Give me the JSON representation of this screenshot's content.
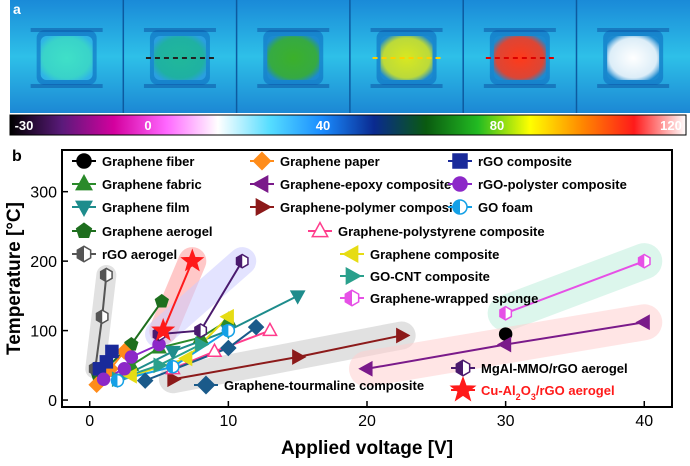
{
  "panel_a": {
    "label": "a",
    "colorbar_ticks": [
      "-30",
      "0",
      "40",
      "80",
      "120"
    ],
    "colorbar_stops": [
      "#000000",
      "#5a1a7a",
      "#d4009e",
      "#ff66ff",
      "#ffffff",
      "#55ddff",
      "#1a8cff",
      "#0a2a90",
      "#0a5a10",
      "#22bb22",
      "#ffff00",
      "#ff8800",
      "#ff1a1a",
      "#ffffff"
    ],
    "frames": [
      {
        "center": "#3fe0c8",
        "edge": "#2fb4e6",
        "line": "none"
      },
      {
        "center": "#20b89a",
        "edge": "#2a9fe0",
        "line": "#222222"
      },
      {
        "center": "#3bb02a",
        "edge": "#1c8ad0",
        "line": "none"
      },
      {
        "center": "#d8e820",
        "edge": "#1c8ad0",
        "line": "#ffd000"
      },
      {
        "center": "#ff3a1a",
        "edge": "#1c8ad0",
        "line": "#dd0000"
      },
      {
        "center": "#ffffff",
        "edge": "#1c8ad0",
        "line": "none"
      }
    ]
  },
  "chart_data": {
    "type": "scatter",
    "panel_label": "b",
    "title": "",
    "xlabel": "Applied voltage [V]",
    "ylabel": "Temperature [°C]",
    "xlim": [
      -2,
      42
    ],
    "ylim": [
      -10,
      360
    ],
    "xticks": [
      0,
      10,
      20,
      30,
      40
    ],
    "yticks": [
      0,
      100,
      200,
      300
    ],
    "grid": false,
    "legend_placement": "top, inside plot",
    "series": [
      {
        "name": "Graphene fiber",
        "color": "#000000",
        "marker": "circle",
        "points": [
          [
            30,
            95
          ]
        ]
      },
      {
        "name": "Graphene fabric",
        "color": "#2a8a2a",
        "marker": "triangle-up",
        "points": [
          [
            3,
            50
          ],
          [
            5,
            75
          ],
          [
            8,
            90
          ],
          [
            10,
            115
          ]
        ]
      },
      {
        "name": "Graphene film",
        "color": "#1e8c8c",
        "marker": "triangle-down",
        "points": [
          [
            2,
            30
          ],
          [
            6,
            70
          ],
          [
            10,
            100
          ],
          [
            15,
            150
          ]
        ]
      },
      {
        "name": "Graphene aerogel",
        "color": "#1e6e1e",
        "marker": "pentagon",
        "points": [
          [
            0.6,
            35
          ],
          [
            3,
            80
          ],
          [
            5.2,
            142
          ]
        ]
      },
      {
        "name": "rGO aerogel",
        "color": "#555555",
        "marker": "hexagon",
        "points": [
          [
            0.4,
            45
          ],
          [
            0.9,
            120
          ],
          [
            1.2,
            180
          ]
        ]
      },
      {
        "name": "Graphene paper",
        "color": "#ff8c1a",
        "marker": "diamond",
        "points": [
          [
            0.5,
            22
          ],
          [
            1.5,
            45
          ],
          [
            2.5,
            70
          ]
        ]
      },
      {
        "name": "Graphene-epoxy composite",
        "color": "#7a1a8a",
        "marker": "triangle-left",
        "points": [
          [
            20,
            45
          ],
          [
            30,
            80
          ],
          [
            40,
            112
          ]
        ]
      },
      {
        "name": "Graphene-polymer composite",
        "color": "#8c1a1a",
        "marker": "triangle-right",
        "points": [
          [
            6,
            30
          ],
          [
            15,
            62
          ],
          [
            22.5,
            93
          ]
        ]
      },
      {
        "name": "Graphene-polystyrene composite",
        "color": "#ff3c8c",
        "marker": "triangle-up-open",
        "points": [
          [
            6,
            45
          ],
          [
            9,
            70
          ],
          [
            13,
            100
          ]
        ]
      },
      {
        "name": "Graphene composite",
        "color": "#e6dc14",
        "marker": "triangle-left",
        "points": [
          [
            3,
            35
          ],
          [
            7,
            60
          ],
          [
            10,
            120
          ]
        ]
      },
      {
        "name": "GO-CNT composite",
        "color": "#2aa08c",
        "marker": "triangle-right",
        "points": [
          [
            2,
            30
          ],
          [
            5,
            50
          ],
          [
            8,
            80
          ]
        ]
      },
      {
        "name": "Graphene-wrapped sponge",
        "color": "#e650e6",
        "marker": "hexagon",
        "points": [
          [
            30,
            125
          ],
          [
            40,
            200
          ]
        ]
      },
      {
        "name": "rGO composite",
        "color": "#1a2a9a",
        "marker": "square",
        "points": [
          [
            0.7,
            45
          ],
          [
            1.2,
            55
          ],
          [
            1.6,
            70
          ]
        ]
      },
      {
        "name": "rGO-polyster composite",
        "color": "#8c28c8",
        "marker": "circle",
        "points": [
          [
            1,
            30
          ],
          [
            2.5,
            45
          ],
          [
            3,
            62
          ],
          [
            5,
            80
          ]
        ]
      },
      {
        "name": "GO foam",
        "color": "#14a0e6",
        "marker": "circle-half",
        "points": [
          [
            2,
            28
          ],
          [
            6,
            48
          ],
          [
            10,
            100
          ]
        ]
      },
      {
        "name": "MgAl-MMO/rGO aerogel",
        "color": "#4a1a6e",
        "marker": "hexagon-half",
        "points": [
          [
            5,
            95
          ],
          [
            8,
            100
          ],
          [
            11,
            200
          ]
        ]
      },
      {
        "name": "Graphene-tourmaline composite",
        "color": "#1a5a8a",
        "marker": "diamond",
        "points": [
          [
            4,
            28
          ],
          [
            10,
            75
          ],
          [
            12,
            105
          ]
        ]
      },
      {
        "name": "Cu-Al2O3/rGO aerogel",
        "label_color": "#ff1a1a",
        "color": "#ff1a1a",
        "marker": "star",
        "points": [
          [
            5.3,
            100
          ],
          [
            7.4,
            200
          ]
        ]
      }
    ],
    "shaded_bands": [
      {
        "color": "#c8c8c8"
      },
      {
        "color": "#ff9a9a"
      },
      {
        "color": "#ccccff"
      },
      {
        "color": "#c8c8c8"
      },
      {
        "color": "#bfeedd"
      },
      {
        "color": "#ffd0d0"
      }
    ]
  }
}
